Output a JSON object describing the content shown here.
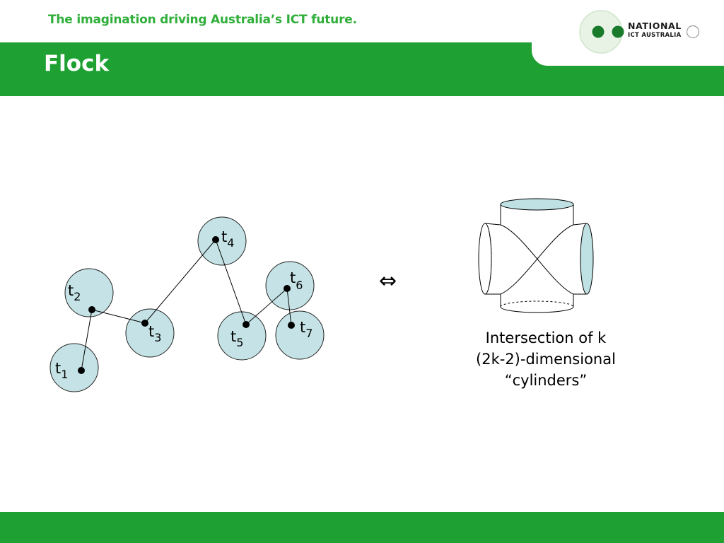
{
  "header": {
    "tagline": "The imagination driving Australia’s ICT future.",
    "title": "Flock"
  },
  "logo": {
    "line1": "NATIONAL",
    "line2": "ICT AUSTRALIA"
  },
  "diagram": {
    "nodes": [
      {
        "base": "t",
        "sub": "1"
      },
      {
        "base": "t",
        "sub": "2"
      },
      {
        "base": "t",
        "sub": "3"
      },
      {
        "base": "t",
        "sub": "4"
      },
      {
        "base": "t",
        "sub": "5"
      },
      {
        "base": "t",
        "sub": "6"
      },
      {
        "base": "t",
        "sub": "7"
      }
    ],
    "equivalence_symbol": "⇔"
  },
  "caption": {
    "line1": "Intersection of k",
    "line2": "(2k-2)-dimensional",
    "line3": "“cylinders”"
  },
  "colors": {
    "brand_green": "#1fa032",
    "tagline_green": "#2fae3a",
    "disc_fill": "#c5e3e6",
    "cylinder_fill": "#bfe1e4"
  }
}
